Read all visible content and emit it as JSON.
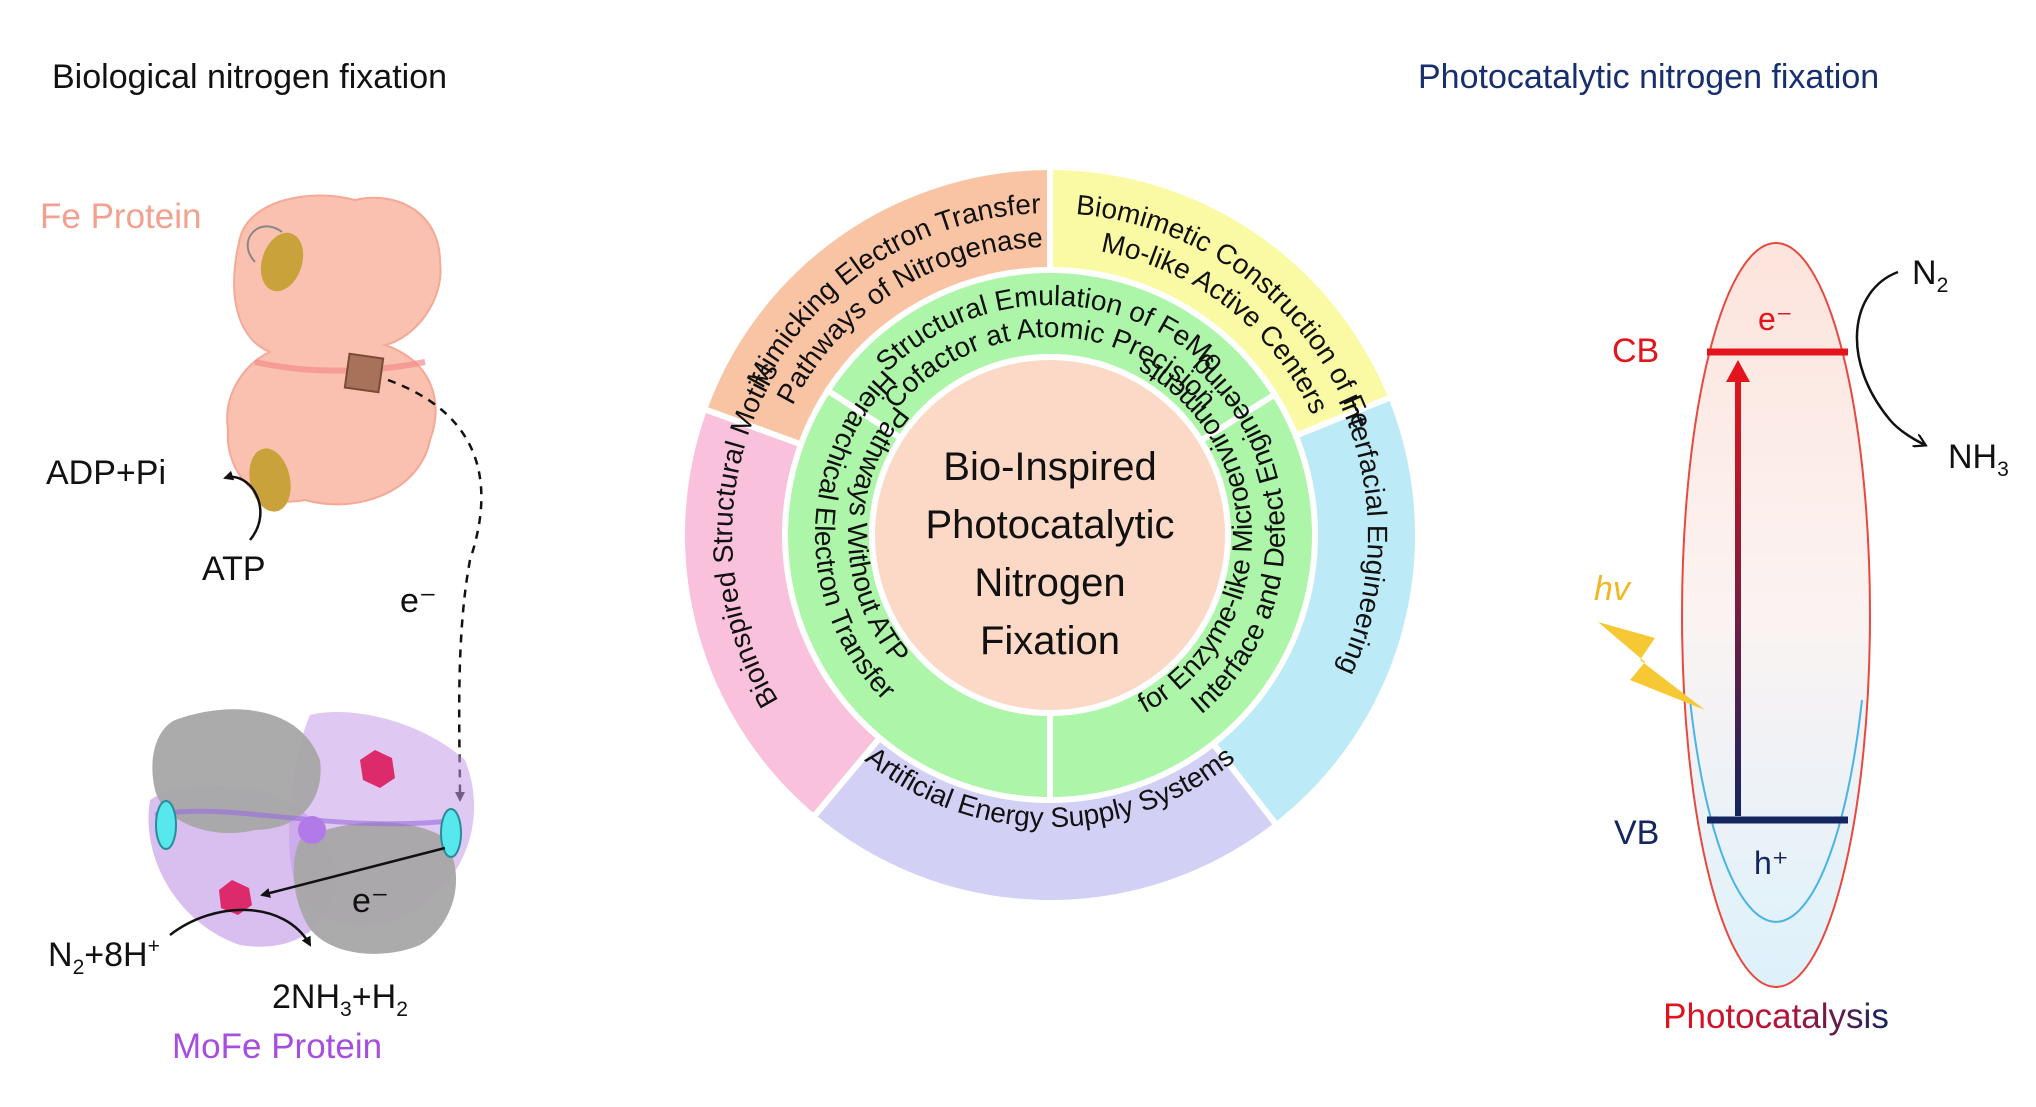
{
  "left_panel": {
    "title": "Biological nitrogen fixation",
    "fe_protein": "Fe Protein",
    "mofe_protein": "MoFe Protein",
    "adp_label": "ADP+Pi",
    "atp_label": "ATP",
    "electron_label": "e⁻",
    "electron_label_2": "e⁻",
    "reactant_main": "N",
    "reactant_sub": "2",
    "reactant_tail": "+8H",
    "reactant_sup": "+",
    "product_a": "2NH",
    "product_a_sub": "3",
    "product_b": "+H",
    "product_b_sub": "2",
    "colors": {
      "fe": "#f4907a",
      "mofe": "#a54ee0"
    }
  },
  "center": {
    "title_lines": [
      "Bio-Inspired",
      "Photocatalytic",
      "Nitrogen",
      "Fixation"
    ],
    "outer_ring": {
      "top_left": [
        "Mimicking Electron Transfer",
        "Pathways of Nitrogenase"
      ],
      "top_right": [
        "Biomimetic Construction of Fe",
        "Mo-like Active Centers"
      ],
      "right": "Interfacial Engineering",
      "bottom": "Artificial Energy Supply Systems",
      "left": "Bioinspired Structural Motifs"
    },
    "inner_ring": {
      "top": [
        "Structural Emulation of FeMo",
        "Cofactor at Atomic Precision"
      ],
      "right": [
        "Interface and Defect Engineering",
        "for Enzyme-like Microenvironments"
      ],
      "left": [
        "Hierarchical Electron Transfer",
        "Pathways Without ATP"
      ]
    },
    "colors": {
      "outer_top_left": "#f9c4a4",
      "outer_top_right": "#fafaa5",
      "outer_right": "#bdeaf7",
      "outer_bottom": "#d2d0f5",
      "outer_left": "#f9c1dc",
      "inner": "#adf5a8",
      "core": "#fbd9c6"
    }
  },
  "right_panel": {
    "title": "Photocatalytic nitrogen fixation",
    "cb": "CB",
    "vb": "VB",
    "electron": "e⁻",
    "hole": "h⁺",
    "light": "hv",
    "n2_main": "N",
    "n2_sub": "2",
    "nh3_main": "NH",
    "nh3_sub": "3",
    "caption": "Photocatalysis",
    "colors": {
      "cb": "#e3141b",
      "vb": "#142560",
      "title": "#172f6e",
      "light": "#f2c524"
    }
  }
}
